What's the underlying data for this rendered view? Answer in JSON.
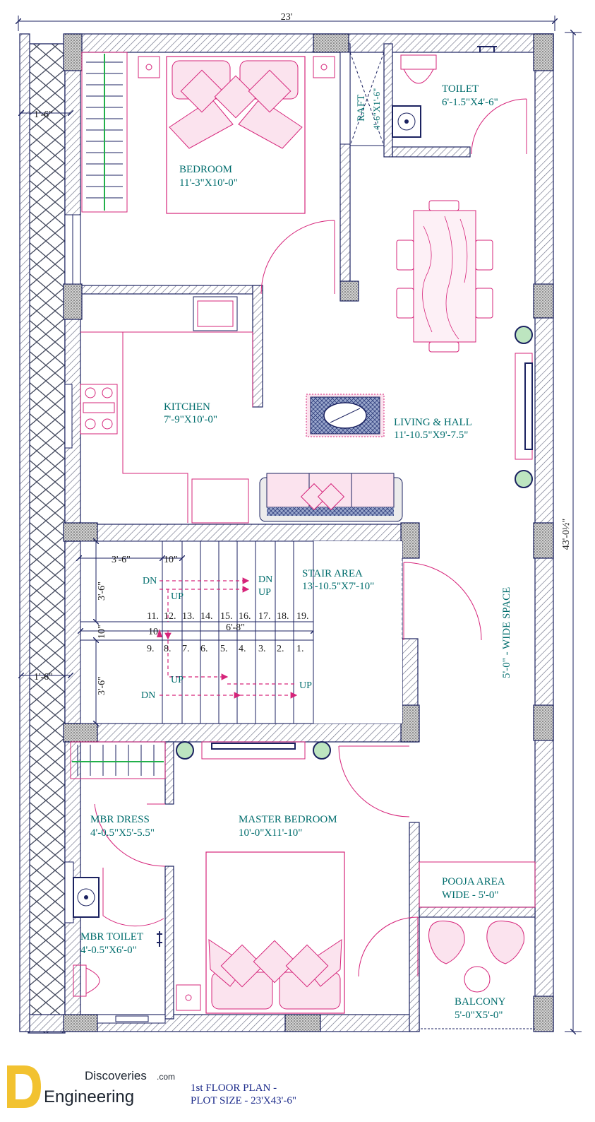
{
  "plan": {
    "dim_width": "23'",
    "dim_height": "43'-0½\"",
    "wall_left_top": "1'-6\"",
    "wall_left_bottom": "1'-6\""
  },
  "rooms": {
    "bedroom": {
      "name": "BEDROOM",
      "size": "11'-3\"X10'-0\""
    },
    "raft": {
      "name": "RAFT",
      "size": "4'-6\"X1'-6\""
    },
    "toilet": {
      "name": "TOILET",
      "size": "6'-1.5\"X4'-6\""
    },
    "kitchen": {
      "name": "KITCHEN",
      "size": "7'-9\"X10'-0\""
    },
    "living": {
      "name": "LIVING & HALL",
      "size": "11'-10.5\"X9'-7.5\""
    },
    "stair": {
      "name": "STAIR AREA",
      "size": "13'-10.5\"X7'-10\""
    },
    "wide_space": "5'-0\" - WIDE SPACE",
    "mbr_dress": {
      "name": "MBR DRESS",
      "size": "4'-0.5\"X5'-5.5\""
    },
    "master_bedroom": {
      "name": "MASTER BEDROOM",
      "size": "10'-0\"X11'-10\""
    },
    "pooja": {
      "name": "POOJA AREA",
      "size": "WIDE - 5'-0\""
    },
    "mbr_toilet": {
      "name": "MBR TOILET",
      "size": "4'-0.5\"X6'-0\""
    },
    "balcony": {
      "name": "BALCONY",
      "size": "5'-0\"X5'-0\""
    }
  },
  "stairs": {
    "dim_top_width": "3'-6\"",
    "dim_top_tread": "10\"",
    "dim_flight_upper": "3'-6\"",
    "dim_landing": "10\"",
    "dim_flight_lower": "3'-6\"",
    "dim_run": "6'-8\"",
    "upper_steps": [
      "11.",
      "12.",
      "13.",
      "14.",
      "15.",
      "16.",
      "17.",
      "18.",
      "19."
    ],
    "lower_steps": [
      "9.",
      "8.",
      "7.",
      "6.",
      "5.",
      "4.",
      "3.",
      "2.",
      "1."
    ],
    "landing_step": "10",
    "dn": "DN",
    "up": "UP"
  },
  "footer": {
    "logo_word1": "Discoveries",
    "logo_suffix": ".com",
    "logo_word2": "Engineering",
    "caption_line1": "1st FLOOR PLAN -",
    "caption_line2": "PLOT SIZE - 23'X43'-6\""
  },
  "colors": {
    "wall_outline": "#1b2260",
    "furniture": "#d6247a",
    "room_label": "#006d6d",
    "column_fill": "#6d6d6d"
  }
}
